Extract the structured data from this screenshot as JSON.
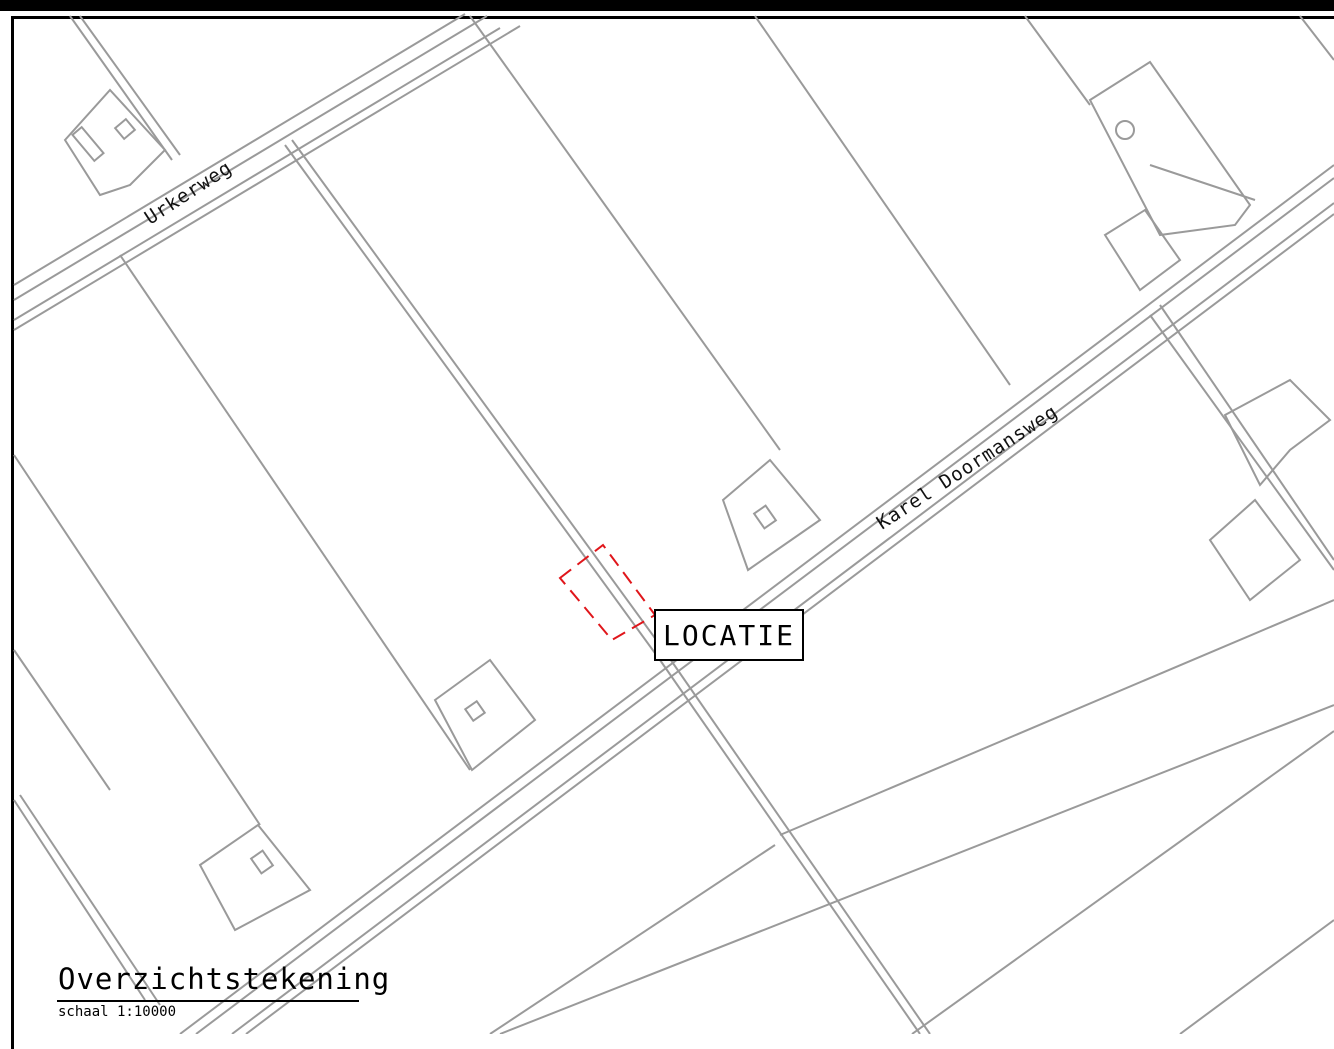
{
  "map": {
    "roads": [
      {
        "name": "Urkerweg"
      },
      {
        "name": "Karel Doormansweg"
      }
    ],
    "location_label": "LOCATIE",
    "title": "Overzichtstekening",
    "scale": "schaal 1:10000",
    "colors": {
      "lines": "#999999",
      "frame": "#000000",
      "location_marker": "#e0161b"
    }
  }
}
